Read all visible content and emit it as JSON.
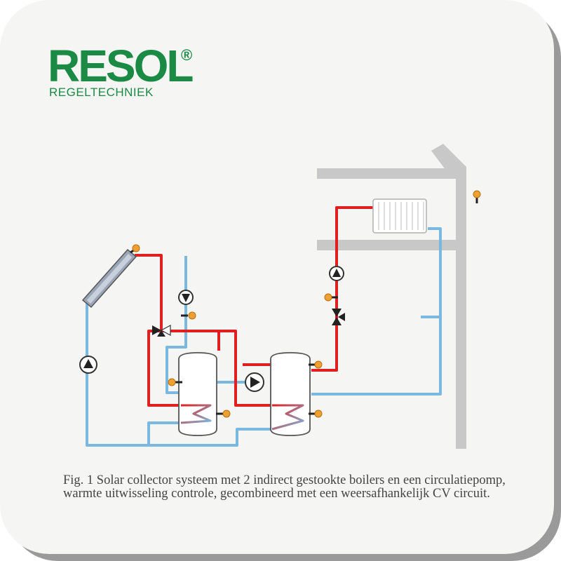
{
  "logo": {
    "name": "RESOL",
    "registered": "®",
    "subtitle": "REGELTECHNIEK"
  },
  "caption": "Fig. 1 Solar collector systeem met 2 indirect gestookte boilers en een circulatiepomp, warmte uitwisseling controle, gecombineerd met een weersafhankelijk CV circuit.",
  "colors": {
    "hot_pipe": "#e02020",
    "cold_pipe": "#7ab8e0",
    "building": "#c8c8c8",
    "sensor": "#f0a030",
    "brand": "#1a8a45",
    "frame_shadow": "#9a9a9a",
    "background": "#f5f5f3"
  },
  "icons": [
    "solar-collector-icon",
    "pump-icon",
    "three-way-valve-icon",
    "temperature-sensor-icon",
    "radiator-icon",
    "boiler-tank-icon",
    "heat-exchanger-coil-icon"
  ]
}
